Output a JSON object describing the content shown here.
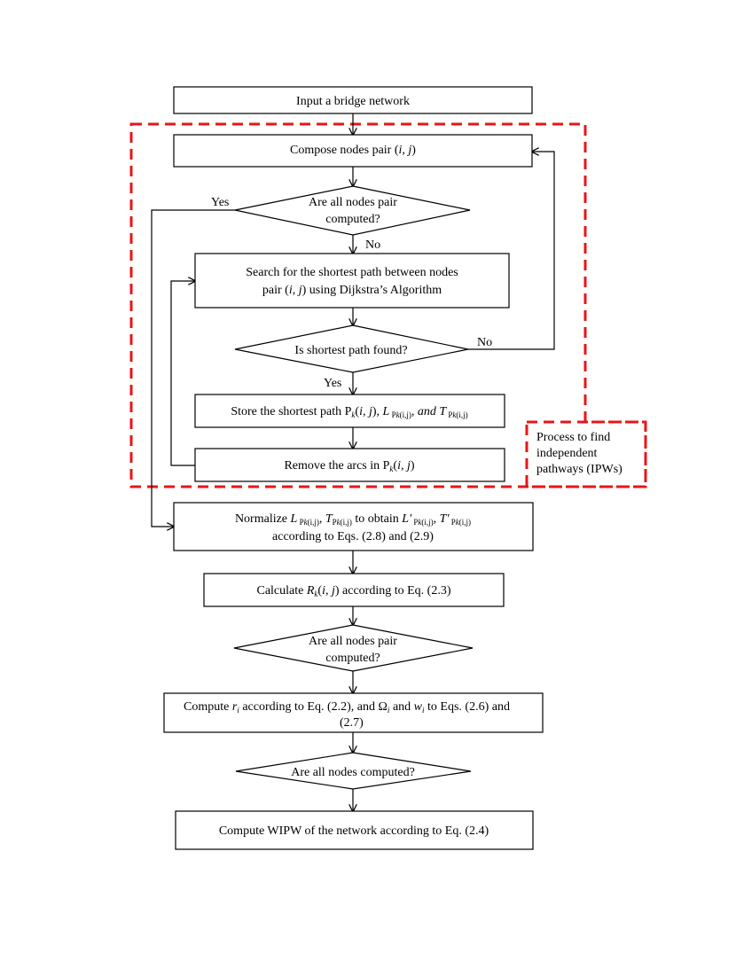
{
  "nodes": {
    "input": "Input a bridge network",
    "compose": "Compose nodes pair (i, j)",
    "d1_line1": "Are all nodes pair",
    "d1_line2": "computed?",
    "search_line1": "Search for the shortest path between nodes",
    "search_line2": "pair (i, j) using Dijkstra’s Algorithm",
    "d2": "Is shortest path found?",
    "store": "Store the shortest path Pk(i, j), L Pk(i,j), and T Pk(i,j)",
    "remove": "Remove the arcs in Pk(i, j)",
    "normalize_line1": "Normalize L Pk(i,j), T Pk(i,j) to obtain L′ Pk(i,j), T′ Pk(i,j)",
    "normalize_line2": "according to Eqs. (2.8) and (2.9)",
    "calculate": "Calculate Rk(i, j) according to Eq. (2.3)",
    "d3_line1": "Are all nodes pair",
    "d3_line2": "computed?",
    "compute_r_line1": "Compute ri according to Eq. (2.2), and Ωi and wi to Eqs. (2.6) and",
    "compute_r_line2": "(2.7)",
    "d4": "Are all nodes computed?",
    "wipw": "Compute WIPW of the network according to Eq. (2.4)"
  },
  "edge_labels": {
    "yes1": "Yes",
    "no1": "No",
    "no2": "No",
    "yes2": "Yes"
  },
  "region_label": {
    "line1": "Process to find",
    "line2": "independent",
    "line3": "pathways (IPWs)"
  },
  "colors": {
    "region_border": "#e8141b",
    "stroke": "#000000"
  }
}
